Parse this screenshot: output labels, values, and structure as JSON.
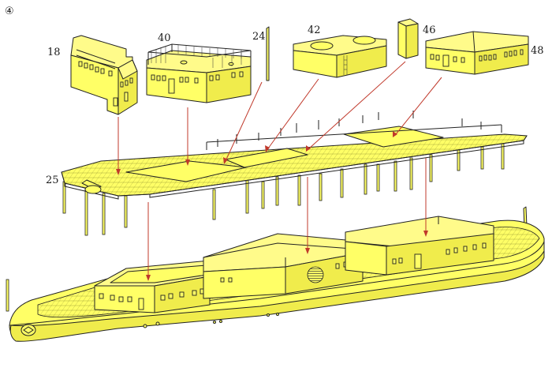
{
  "figure": {
    "step_marker": "④",
    "part_labels": {
      "p18": "18",
      "p40": "40",
      "p24": "24",
      "p42": "42",
      "p46": "46",
      "p48": "48",
      "p25": "25"
    }
  },
  "colors": {
    "part_fill": "#ffff66",
    "outline": "#222222",
    "arrow": "#c0392b"
  }
}
